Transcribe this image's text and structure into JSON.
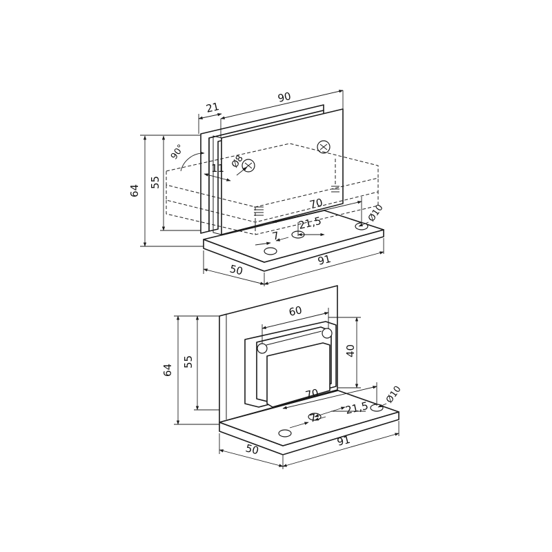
{
  "top_view": {
    "dim_90": "90",
    "dim_21": "21",
    "dim_64": "64",
    "dim_55": "55",
    "dim_angle_90": "90°",
    "dim_11": "11",
    "dim_hole_80": "Ø8",
    "dim_70": "70",
    "dim_21_5": "21,5",
    "dim_hole_10": "Ø10",
    "dim_7": "7",
    "dim_50": "50",
    "dim_91": "91"
  },
  "bottom_view": {
    "dim_60": "60",
    "dim_40": "40",
    "dim_64": "64",
    "dim_55": "55",
    "dim_70": "70",
    "dim_21_5": "21,5",
    "dim_hole_10": "Ø10",
    "dim_7": "7",
    "dim_50": "50",
    "dim_91": "91"
  }
}
